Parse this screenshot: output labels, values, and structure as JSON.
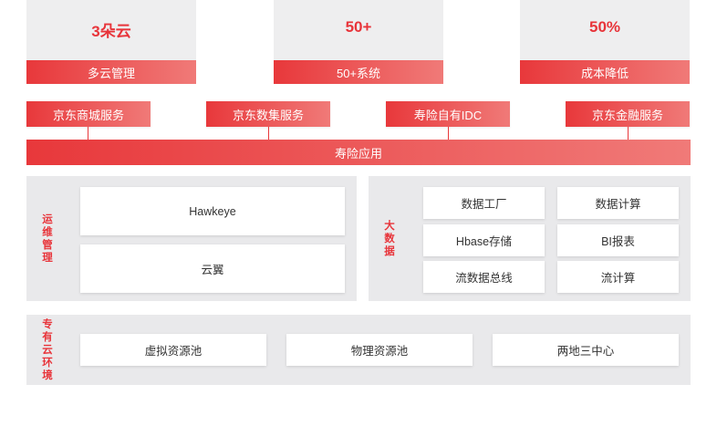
{
  "top_stats": [
    {
      "value": "3朵云",
      "label": "多云管理"
    },
    {
      "value": "50+",
      "label": "50+系统"
    },
    {
      "value": "50%",
      "label": "成本降低"
    }
  ],
  "services": [
    "京东商城服务",
    "京东数集服务",
    "寿险自有IDC",
    "京东金融服务"
  ],
  "app_bar": "寿险应用",
  "ops_panel": {
    "title_chars": [
      "运",
      "维",
      "管",
      "理"
    ],
    "items": [
      "Hawkeye",
      "云翼"
    ]
  },
  "bigdata_panel": {
    "title_chars": [
      "大",
      "数",
      "据"
    ],
    "items": [
      "数据工厂",
      "数据计算",
      "Hbase存储",
      "BI报表",
      "流数据总线",
      "流计算"
    ]
  },
  "private_cloud_panel": {
    "title_chars": [
      "专",
      "有",
      "云",
      "环",
      "境"
    ],
    "items": [
      "虚拟资源池",
      "物理资源池",
      "两地三中心"
    ]
  },
  "colors": {
    "accent": "#e8383b",
    "accent_light": "#f07a78",
    "panel_bg": "#e9e9eb",
    "card_bg": "#eeeeef"
  }
}
